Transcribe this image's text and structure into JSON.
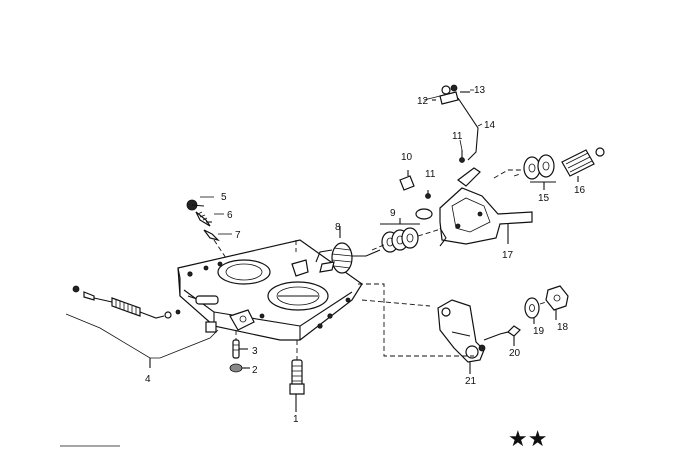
{
  "diagram": {
    "callouts": [
      {
        "id": "c1",
        "label": "1"
      },
      {
        "id": "c2",
        "label": "2"
      },
      {
        "id": "c3",
        "label": "3"
      },
      {
        "id": "c4",
        "label": "4"
      },
      {
        "id": "c5",
        "label": "5"
      },
      {
        "id": "c6",
        "label": "6"
      },
      {
        "id": "c7",
        "label": "7"
      },
      {
        "id": "c8",
        "label": "8"
      },
      {
        "id": "c9",
        "label": "9"
      },
      {
        "id": "c10",
        "label": "10"
      },
      {
        "id": "c11a",
        "label": "11"
      },
      {
        "id": "c11b",
        "label": "11"
      },
      {
        "id": "c12",
        "label": "12"
      },
      {
        "id": "c13",
        "label": "13"
      },
      {
        "id": "c14",
        "label": "14"
      },
      {
        "id": "c15",
        "label": "15"
      },
      {
        "id": "c16",
        "label": "16"
      },
      {
        "id": "c17",
        "label": "17"
      },
      {
        "id": "c18",
        "label": "18"
      },
      {
        "id": "c19",
        "label": "19"
      },
      {
        "id": "c20",
        "label": "20"
      },
      {
        "id": "c21",
        "label": "21"
      }
    ],
    "footer_mark": "★★"
  }
}
